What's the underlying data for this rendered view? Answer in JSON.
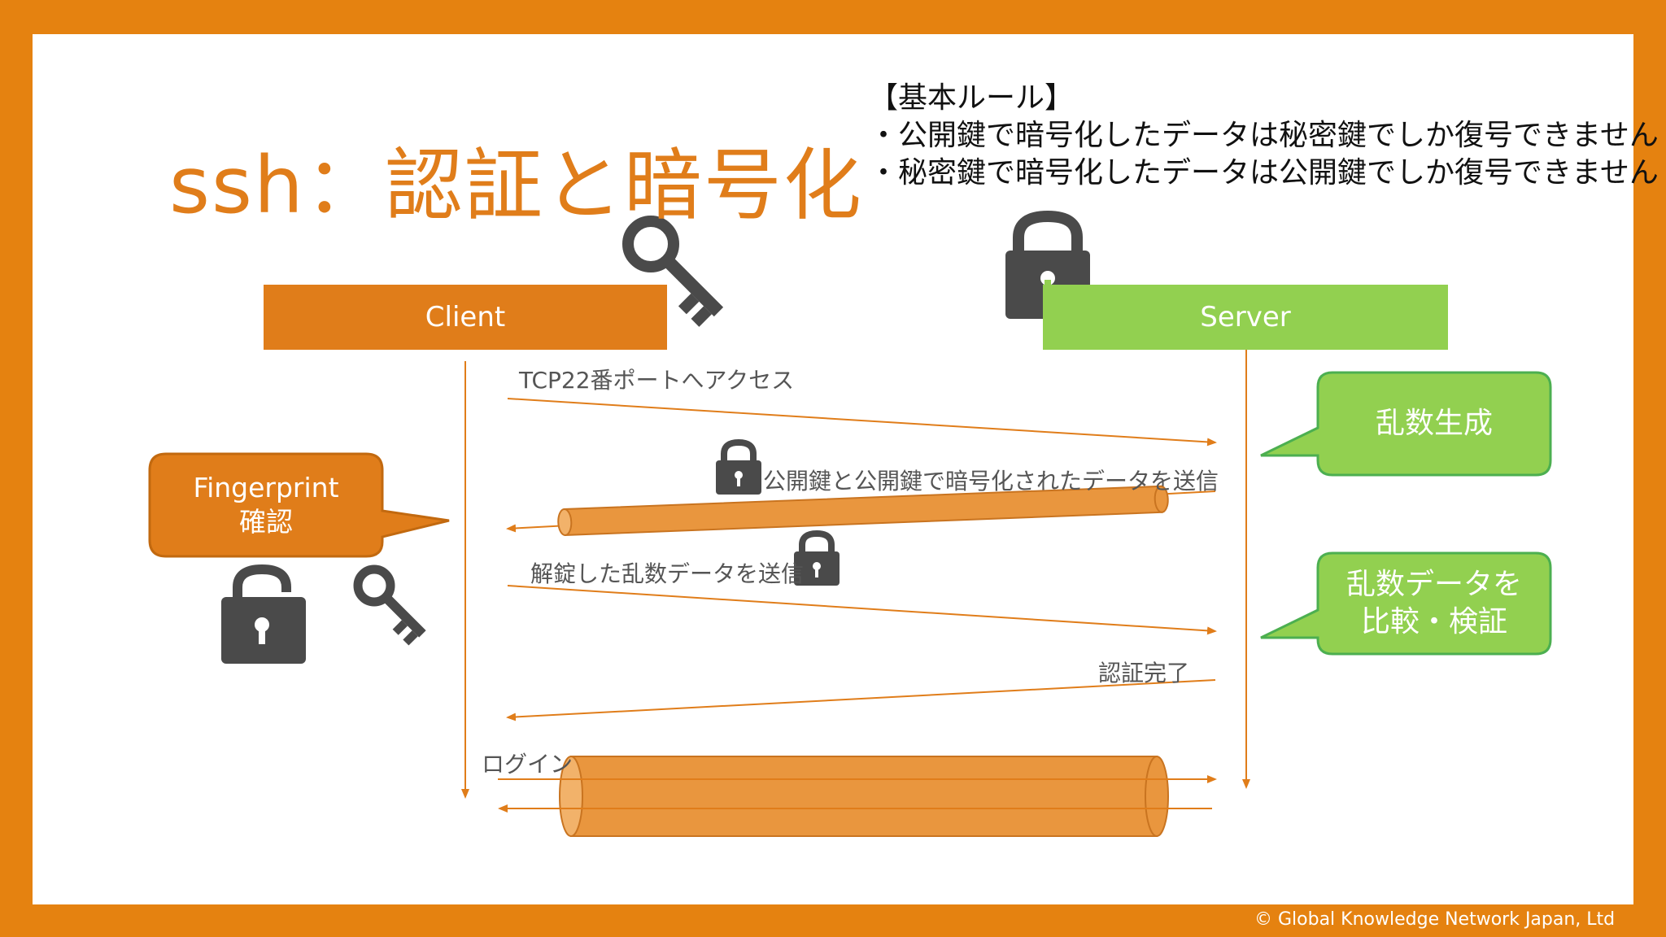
{
  "title": "ssh：認証と暗号化",
  "rules": {
    "heading": "【基本ルール】",
    "rule1": "・公開鍵で暗号化したデータは秘密鍵でしか復号できません",
    "rule2": "・秘密鍵で暗号化したデータは公開鍵でしか復号できません"
  },
  "actors": {
    "client": "Client",
    "server": "Server"
  },
  "messages": {
    "m1": "TCP22番ポートへアクセス",
    "m2": "公開鍵と公開鍵で暗号化されたデータを送信",
    "m3": "解錠した乱数データを送信",
    "m4": "認証完了",
    "m5": "ログイン"
  },
  "bubbles": {
    "fingerprint_line1": "Fingerprint",
    "fingerprint_line2": "確認",
    "random_gen": "乱数生成",
    "compare_line1": "乱数データを",
    "compare_line2": "比較・検証"
  },
  "copyright": "© Global Knowledge Network Japan, Ltd",
  "colors": {
    "orange": "#E07D1A",
    "green": "#92D050",
    "icon": "#4a4a4a",
    "tube": "#E9963E",
    "frame": "#E58210"
  },
  "icons": [
    "key-icon",
    "padlock-closed-icon",
    "padlock-open-icon"
  ]
}
